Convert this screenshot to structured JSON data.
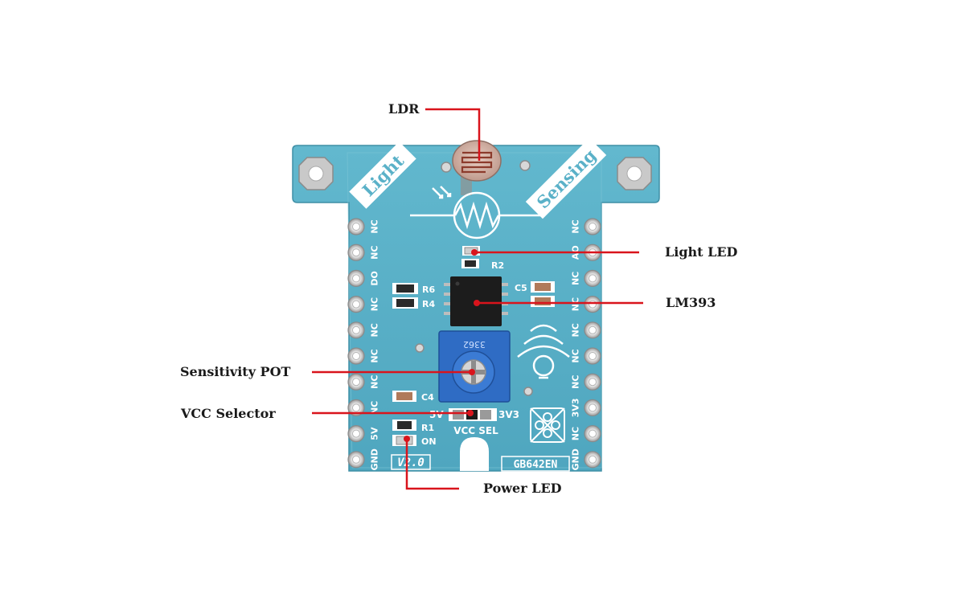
{
  "board": {
    "corner_label_left": "Light",
    "corner_label_right": "Sensing",
    "version": "V2.0",
    "code": "GB642EN",
    "pot_marking": "3362",
    "vcc_sel_label": "VCC SEL",
    "vcc_left_option": "5V",
    "vcc_right_option": "3V3",
    "designators": {
      "r1": "R1",
      "r2": "R2",
      "r4": "R4",
      "r6": "R6",
      "c4": "C4",
      "c5": "C5",
      "on": "ON"
    },
    "left_pins": [
      "NC",
      "NC",
      "DO",
      "NC",
      "NC",
      "NC",
      "NC",
      "NC",
      "5V",
      "GND"
    ],
    "right_pins": [
      "NC",
      "AO",
      "NC",
      "NC",
      "NC",
      "NC",
      "NC",
      "3V3",
      "NC",
      "GND"
    ],
    "colors": {
      "pcb": "#5ab1c8",
      "silk": "#ffffff",
      "pot": "#2f6cc4",
      "leader": "#d9141c"
    }
  },
  "callouts": {
    "ldr": "LDR",
    "light_led": "Light LED",
    "lm393": "LM393",
    "sensitivity_pot": "Sensitivity POT",
    "vcc_selector": "VCC Selector",
    "power_led": "Power LED"
  }
}
